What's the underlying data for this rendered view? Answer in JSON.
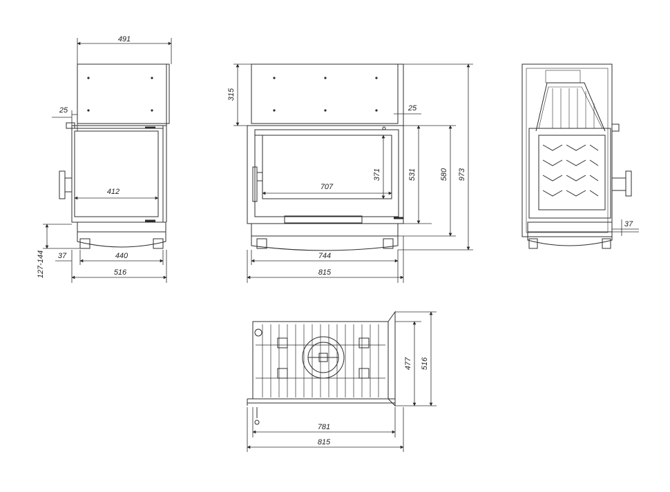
{
  "colors": {
    "line": "#2b2b2b",
    "thin": "#555555",
    "background": "#ffffff",
    "glass": "#ffffff"
  },
  "dims": {
    "front_width_top": "491",
    "front_offset_left": "25",
    "front_glass_width": "412",
    "front_leg_offset": "37",
    "front_base_width": "440",
    "front_overall_width": "516",
    "front_leg_height": "127-144",
    "mid_top_height": "315",
    "mid_offset_right": "25",
    "mid_glass_width": "707",
    "mid_glass_height": "371",
    "mid_h531": "531",
    "mid_h580": "580",
    "mid_h973": "973",
    "mid_width_744": "744",
    "mid_width_815": "815",
    "side_leg_offset": "37",
    "plan_depth_477": "477",
    "plan_depth_516": "516",
    "plan_width_781": "781",
    "plan_width_815": "815"
  }
}
